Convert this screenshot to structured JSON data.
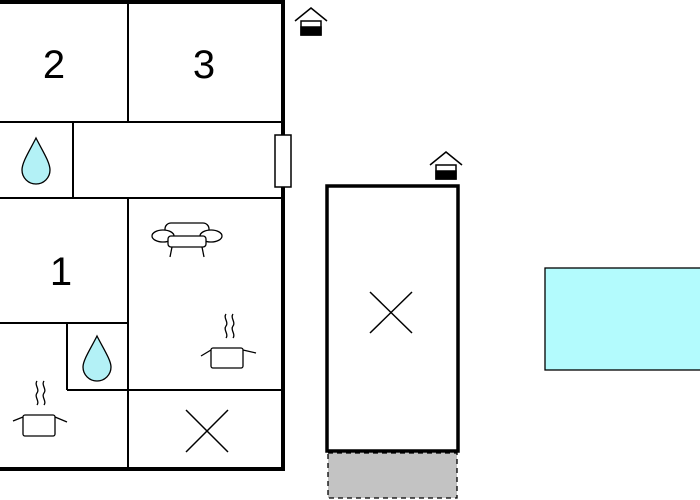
{
  "plan": {
    "rooms": [
      {
        "label": "2"
      },
      {
        "label": "3"
      },
      {
        "label": "1"
      }
    ],
    "icons": {
      "entrance": "house-entrance-icon",
      "bathroom": "water-drop-icon",
      "living": "sofa-icon",
      "kitchen": "cooking-pot-icon",
      "unspecified": "cross-icon",
      "door": "door-icon"
    },
    "colors": {
      "wall": "#000000",
      "water": "#b3f1f6",
      "pool": "#b3fbfd",
      "terrace": "#c3c3c3"
    }
  }
}
